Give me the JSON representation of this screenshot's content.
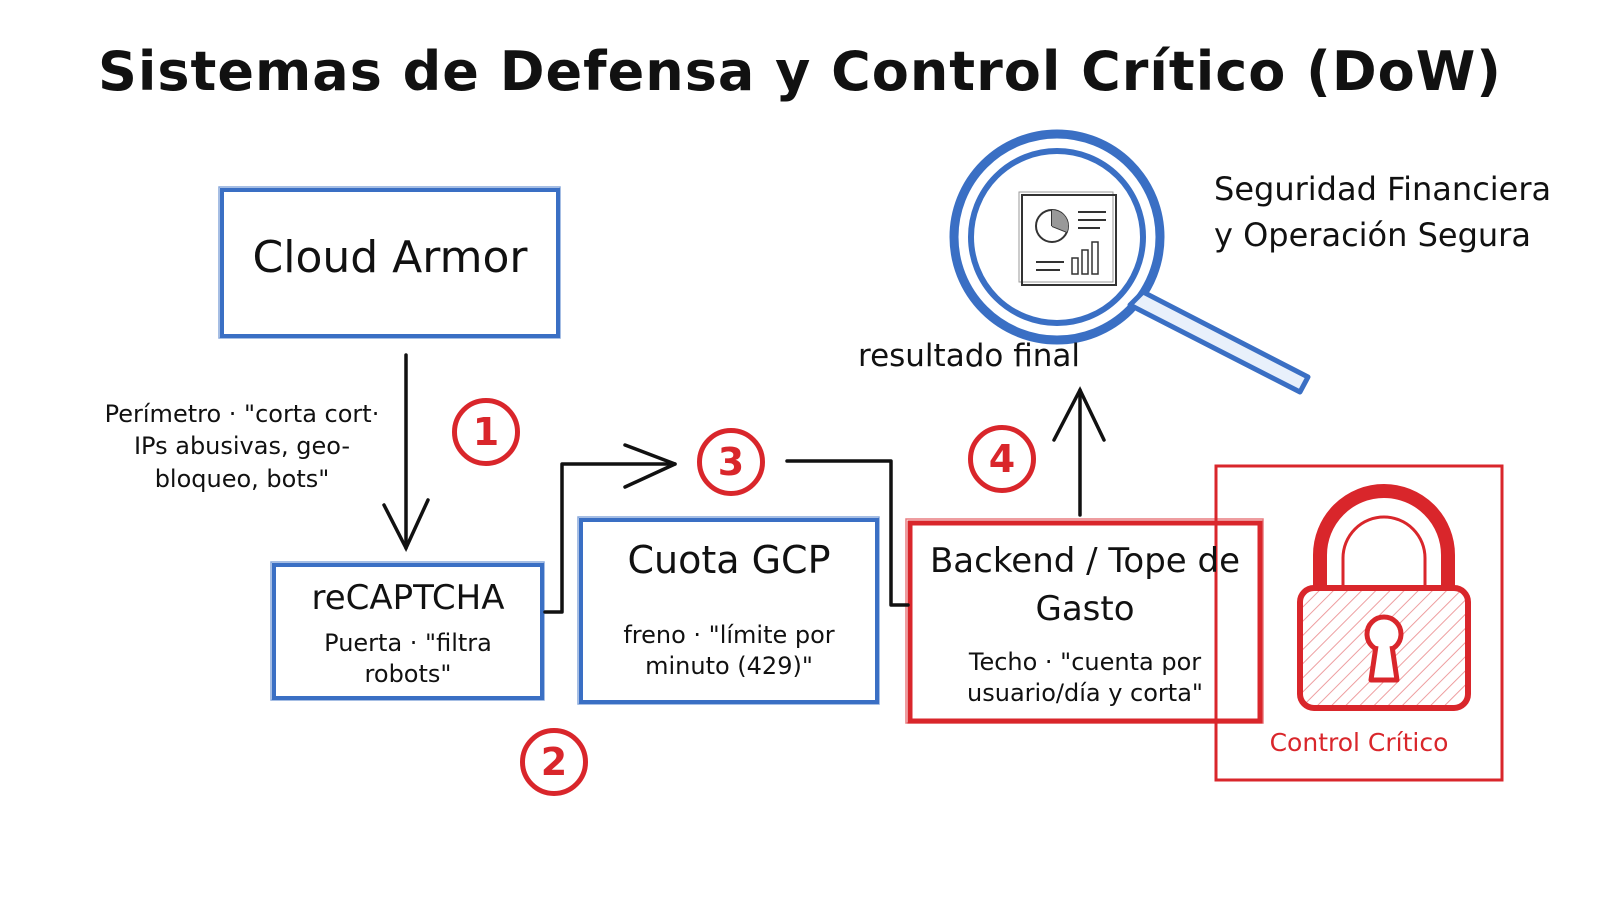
{
  "title": "Sistemas de Defensa y Control Crítico (DoW)",
  "colors": {
    "blue": "#3a6fc4",
    "red": "#d9262b",
    "ink": "#111111"
  },
  "cloud_armor": {
    "title": "Cloud Armor",
    "note": "Perímetro · \"corta cort· IPs abusivas, geo-bloqueo, bots\""
  },
  "recaptcha": {
    "title": "reCAPTCHA",
    "subtitle": "Puerta · \"filtra robots\""
  },
  "cuota": {
    "title": "Cuota GCP",
    "subtitle": "freno · \"límite por minuto (429)\""
  },
  "backend": {
    "title": "Backend / Tope de Gasto",
    "subtitle": "Techo · \"cuenta por usuario/día y corta\""
  },
  "steps": [
    "1",
    "2",
    "3",
    "4"
  ],
  "result_label": "resultado final",
  "magnifier": {
    "icon": "magnifier-report-icon"
  },
  "security_note": "Seguridad Financiera y Operación Segura",
  "lock": {
    "icon": "padlock-icon",
    "label": "Control Crítico"
  }
}
